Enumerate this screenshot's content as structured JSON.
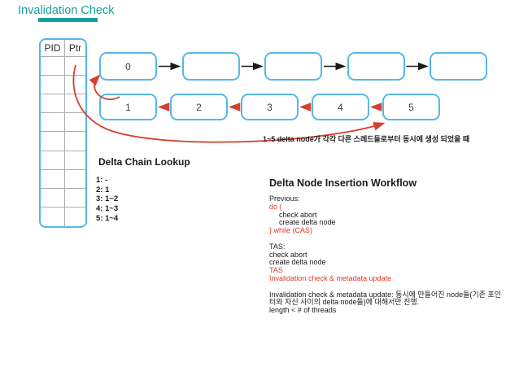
{
  "slide": {
    "title": "Invalidation Check"
  },
  "colors": {
    "accent_teal": "#14A09B",
    "node_border_blue": "#57B7E8",
    "arrow_red": "#D4402E",
    "text_red": "#E03A2B",
    "arrow_black": "#1A1A1A",
    "grid_gray": "#ADADAD"
  },
  "pid_table": {
    "headers": [
      "PID",
      "Ptr"
    ],
    "empty_row_count": 9
  },
  "diagram": {
    "top_nodes": [
      "0",
      "",
      "",
      "",
      ""
    ],
    "bottom_nodes": [
      "1",
      "2",
      "3",
      "4",
      "5"
    ],
    "caption": "1~5 delta node가 각각 다른 스레드들로부터 동시에 생성 되었을 때"
  },
  "lookup": {
    "heading": "Delta Chain Lookup",
    "items": [
      "1: -",
      "2: 1",
      "3: 1~2",
      "4: 1~3",
      "5: 1~4"
    ]
  },
  "workflow": {
    "heading": "Delta Node Insertion Workflow",
    "lines": [
      {
        "t": "Previous:"
      },
      {
        "t": "do {"
      },
      {
        "t": "check abort"
      },
      {
        "t": "create delta node"
      },
      {
        "t": "} while (CAS)"
      },
      {
        "t": ""
      },
      {
        "t": "TAS:"
      },
      {
        "t": "check abort"
      },
      {
        "t": "create delta node"
      },
      {
        "t": "TAS"
      },
      {
        "t": "Invalidation check & metadata update"
      },
      {
        "t": ""
      },
      {
        "t": "Invalidation check & metadata update: 동시에 만들어진 node들(기존 포인"
      },
      {
        "t": "터와 자신 사이의 delta node들)에 대해서만 진행."
      },
      {
        "t": "length < # of threads"
      }
    ]
  }
}
